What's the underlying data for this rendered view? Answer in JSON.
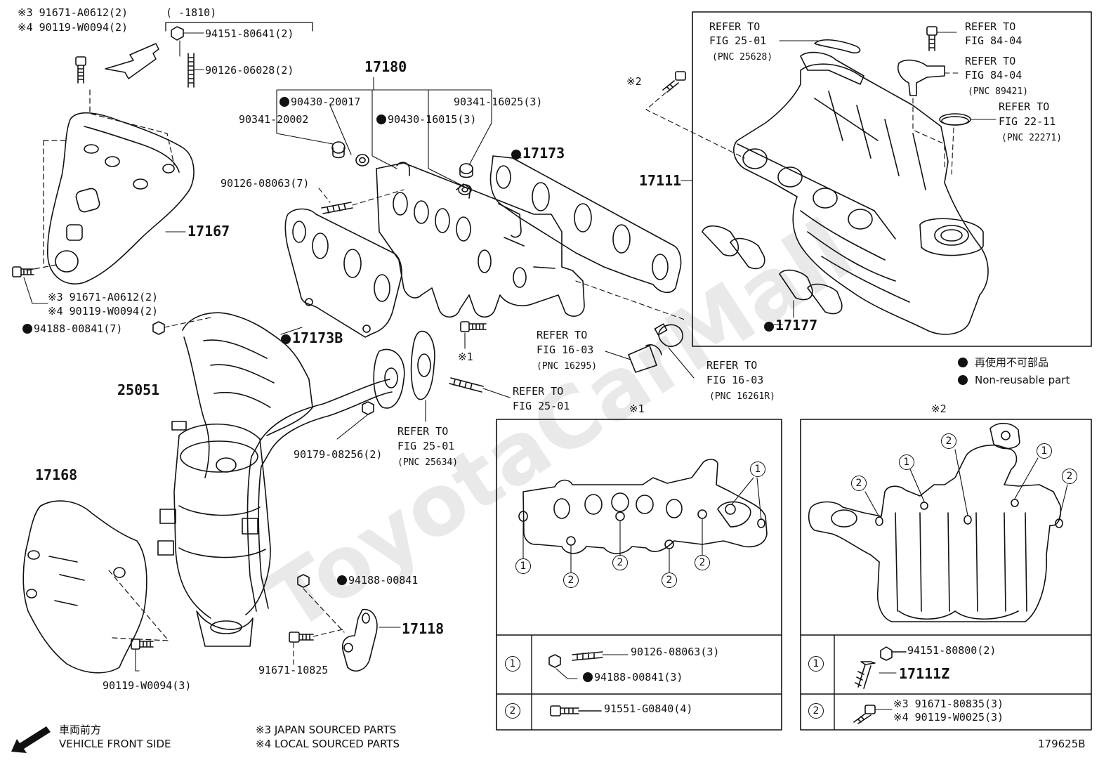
{
  "callouts": {
    "bolt_top_left_a": "※3 91671-A0612(2)",
    "bolt_top_left_b": "※4 90119-W0094(2)",
    "date_range": "(      -1810)",
    "nut_94151": "94151-80641(2)",
    "stud_90126_06028": "90126-06028(2)",
    "part_17180": "17180",
    "gasket_90430_20017": "90430-20017",
    "plug_90341_20002": "90341-20002",
    "gasket_90430_16015": "90430-16015(3)",
    "plug_90341_16025": "90341-16025(3)",
    "stud_90126_08063": "90126-08063(7)",
    "gasket_17173": "17173",
    "part_17167": "17167",
    "bolt_mid_left_a": "※3 91671-A0612(2)",
    "bolt_mid_left_b": "※4 90119-W0094(2)",
    "nut_94188_7": "94188-00841(7)",
    "gasket_17173B": "17173B",
    "part_25051": "25051",
    "note_x1": "※1",
    "refer_fig_16_03_a_1": "REFER TO",
    "refer_fig_16_03_a_2": "FIG 16-03",
    "refer_fig_16_03_a_3": "(PNC 16295)",
    "refer_fig_25_01_b_1": "REFER TO",
    "refer_fig_25_01_b_2": "FIG 25-01",
    "refer_fig_25_01_c_1": "REFER TO",
    "refer_fig_25_01_c_2": "FIG 25-01",
    "refer_fig_25_01_c_3": "(PNC 25634)",
    "nut_90179": "90179-08256(2)",
    "part_17168": "17168",
    "nut_94188_single": "94188-00841",
    "part_17118": "17118",
    "bolt_91671_10825": "91671-10825",
    "bolt_90119_W0094_3": "90119-W0094(3)",
    "part_17111": "17111",
    "note_x2_bolt": "※2",
    "refer_fig_25_01_a_1": "REFER TO",
    "refer_fig_25_01_a_2": "FIG 25-01",
    "refer_fig_25_01_a_3": "(PNC 25628)",
    "refer_fig_84_04_a_1": "REFER TO",
    "refer_fig_84_04_a_2": "FIG 84-04",
    "refer_fig_84_04_b_1": "REFER TO",
    "refer_fig_84_04_b_2": "FIG 84-04",
    "refer_fig_84_04_b_3": "(PNC 89421)",
    "refer_fig_22_11_1": "REFER TO",
    "refer_fig_22_11_2": "FIG 22-11",
    "refer_fig_22_11_3": "(PNC 22271)",
    "gasket_17177": "17177",
    "refer_fig_16_03_b_1": "REFER TO",
    "refer_fig_16_03_b_2": "FIG 16-03",
    "refer_fig_16_03_b_3": "(PNC 16261R)"
  },
  "legend": {
    "non_reusable_jp": "再使用不可部品",
    "non_reusable_en": "Non-reusable part"
  },
  "inset1": {
    "title": "※1",
    "marker_1": "1",
    "marker_2": "2",
    "row1_no": "1",
    "row1_a": "90126-08063(3)",
    "row1_b": "94188-00841(3)",
    "row2_no": "2",
    "row2_a": "91551-G0840(4)"
  },
  "inset2": {
    "title": "※2",
    "marker_1": "1",
    "marker_2": "2",
    "row1_no": "1",
    "row1_a": "94151-80800(2)",
    "row1_b": "17111Z",
    "row2_no": "2",
    "row2_a": "※3 91671-80835(3)",
    "row2_b": "※4 90119-W0025(3)"
  },
  "footer": {
    "front_jp": "車両前方",
    "front_en": "VEHICLE FRONT SIDE",
    "note3": "※3  JAPAN SOURCED PARTS",
    "note4": "※4  LOCAL SOURCED PARTS",
    "figure_id": "179625B"
  },
  "watermark": "ToyotaCarMall"
}
